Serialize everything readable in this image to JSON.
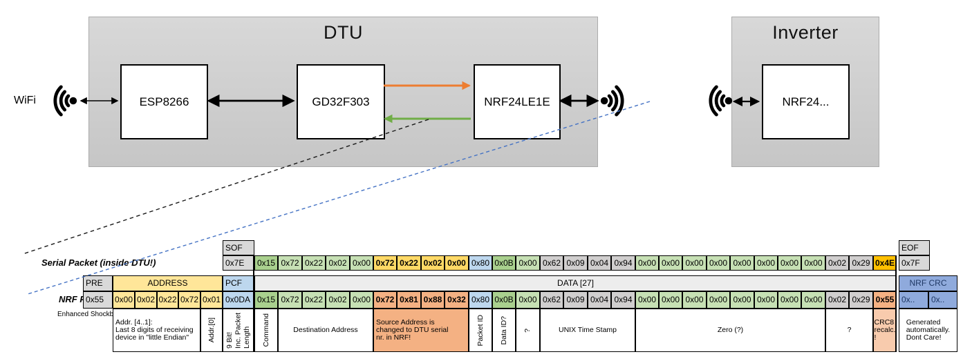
{
  "diagram": {
    "wifi_label": "WiFi",
    "dtu": {
      "title": "DTU",
      "components": [
        "ESP8266",
        "GD32F303",
        "NRF24LE1E"
      ]
    },
    "inverter": {
      "title": "Inverter",
      "component": "NRF24..."
    }
  },
  "arrow_colors": {
    "orange": "#ED7D31",
    "green": "#70AD47",
    "blue_dash": "#4472C4",
    "black": "#000000"
  },
  "cell_colors": {
    "gd": "#A9D08E",
    "g": "#C6E0B4",
    "y": "#FFD966",
    "b": "#BDD7EE",
    "gr": "#D0CECE",
    "o": "#FFC000",
    "s": "#F4B183",
    "hdr": "#D9D9D9",
    "addr": "#FFE699",
    "data_hdr": "#EDEDED",
    "crc": "#8FAADC",
    "salmon_note": "#F4B183",
    "salmon_light": "#F8CBAD",
    "white": "#FFFFFF"
  },
  "serial": {
    "label": "Serial Packet (inside DTU!)",
    "sof_header": "SOF",
    "sof_value": "0x7E",
    "eof_header": "EOF",
    "eof_value": "0x7F",
    "data": [
      [
        "0x15",
        "gd"
      ],
      [
        "0x72",
        "g"
      ],
      [
        "0x22",
        "g"
      ],
      [
        "0x02",
        "g"
      ],
      [
        "0x00",
        "g"
      ],
      [
        "0x72",
        "y"
      ],
      [
        "0x22",
        "y"
      ],
      [
        "0x02",
        "y"
      ],
      [
        "0x00",
        "y"
      ],
      [
        "0x80",
        "b"
      ],
      [
        "0x0B",
        "gd"
      ],
      [
        "0x00",
        "g"
      ],
      [
        "0x62",
        "gr"
      ],
      [
        "0x09",
        "gr"
      ],
      [
        "0x04",
        "gr"
      ],
      [
        "0x94",
        "gr"
      ],
      [
        "0x00",
        "g"
      ],
      [
        "0x00",
        "g"
      ],
      [
        "0x00",
        "g"
      ],
      [
        "0x00",
        "g"
      ],
      [
        "0x00",
        "g"
      ],
      [
        "0x00",
        "g"
      ],
      [
        "0x00",
        "g"
      ],
      [
        "0x00",
        "g"
      ],
      [
        "0x02",
        "gr"
      ],
      [
        "0x29",
        "gr"
      ],
      [
        "0x4E",
        "o"
      ]
    ]
  },
  "nrf": {
    "label": "NRF Packet",
    "sublabel": "Enhanced Shockburst",
    "pre_header": "PRE",
    "pre_value": "0x55",
    "address_header": "ADDRESS",
    "address_values": [
      "0x00",
      "0x02",
      "0x22",
      "0x72",
      "0x01"
    ],
    "pcf_header": "PCF",
    "pcf_value": "0x0DA",
    "data_header": "DATA [27]",
    "data": [
      [
        "0x15",
        "gd"
      ],
      [
        "0x72",
        "g"
      ],
      [
        "0x22",
        "g"
      ],
      [
        "0x02",
        "g"
      ],
      [
        "0x00",
        "g"
      ],
      [
        "0x72",
        "s"
      ],
      [
        "0x81",
        "s"
      ],
      [
        "0x88",
        "s"
      ],
      [
        "0x32",
        "s"
      ],
      [
        "0x80",
        "b"
      ],
      [
        "0x0B",
        "gd"
      ],
      [
        "0x00",
        "g"
      ],
      [
        "0x62",
        "gr"
      ],
      [
        "0x09",
        "gr"
      ],
      [
        "0x04",
        "gr"
      ],
      [
        "0x94",
        "gr"
      ],
      [
        "0x00",
        "g"
      ],
      [
        "0x00",
        "g"
      ],
      [
        "0x00",
        "g"
      ],
      [
        "0x00",
        "g"
      ],
      [
        "0x00",
        "g"
      ],
      [
        "0x00",
        "g"
      ],
      [
        "0x00",
        "g"
      ],
      [
        "0x00",
        "g"
      ],
      [
        "0x02",
        "gr"
      ],
      [
        "0x29",
        "gr"
      ],
      [
        "0x55",
        "s"
      ]
    ],
    "crc_header": "NRF CRC",
    "crc_values": [
      "0x..",
      "0x.."
    ]
  },
  "annotations": [
    {
      "text": "Addr. [4..1]:\nLast 8 digits of receiving\ndevice in \"little Endian\"",
      "span": "addr:0-3",
      "align": "left"
    },
    {
      "text": "Addr.[0]",
      "span": "addr:4-4",
      "vertical": true
    },
    {
      "text": "9 Bit!\nInc. Packet\nLength",
      "span": "pcf",
      "vertical": true
    },
    {
      "text": "Command",
      "span": "data:0-0",
      "vertical": true
    },
    {
      "text": "Destination Address",
      "span": "data:1-4"
    },
    {
      "text": "Source Address is\nchanged to DTU serial\nnr. in NRF!",
      "span": "data:5-8",
      "bg": "salmon_note",
      "align": "left"
    },
    {
      "text": "Packet ID",
      "span": "data:9-9",
      "vertical": true
    },
    {
      "text": "Data ID?",
      "span": "data:10-10",
      "vertical": true
    },
    {
      "text": "?",
      "span": "data:11-11",
      "vertical": true
    },
    {
      "text": "UNIX Time Stamp",
      "span": "data:12-15"
    },
    {
      "text": "Zero (?)",
      "span": "data:16-23"
    },
    {
      "text": "?",
      "span": "data:24-25"
    },
    {
      "text": "CRC8\nrecalc.\n!",
      "span": "data:26-26",
      "bg": "salmon_light"
    },
    {
      "text": "Generated\nautomatically.\nDont Care!",
      "span": "crc:0-1"
    }
  ]
}
